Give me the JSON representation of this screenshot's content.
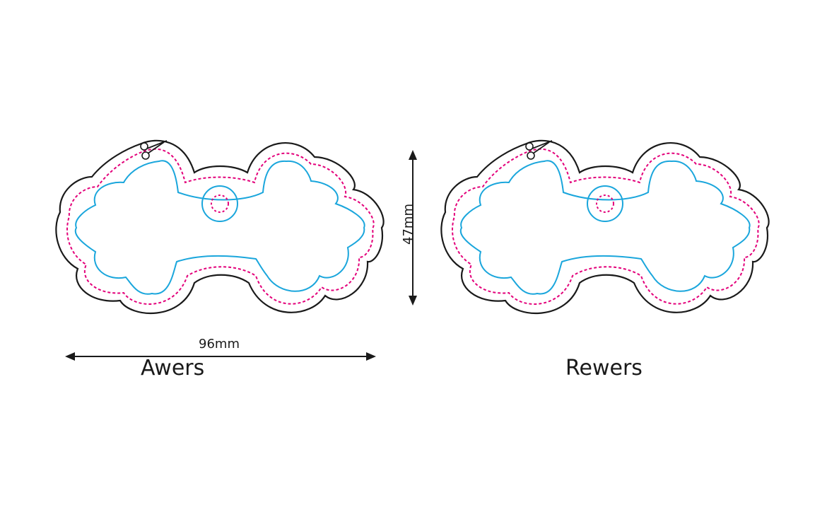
{
  "views": {
    "front_label": "Awers",
    "back_label": "Rewers"
  },
  "dimensions": {
    "width": "96mm",
    "height": "47mm"
  },
  "colors": {
    "cut_outline": "#1a1a1a",
    "bleed_dashed": "#e3007a",
    "safe_area": "#1aa6dc",
    "arrows": "#1a1a1a"
  },
  "icons": {
    "cut_marker": "scissors-icon"
  }
}
